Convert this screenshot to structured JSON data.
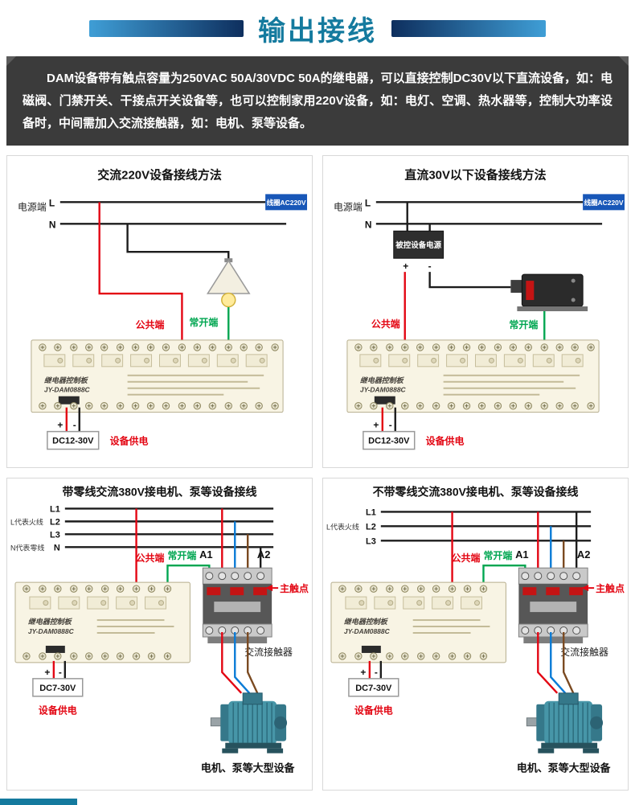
{
  "header": {
    "title": "输出接线"
  },
  "description": {
    "text": "DAM设备带有触点容量为250VAC 50A/30VDC 50A的继电器，可以直接控制DC30V以下直流设备，如：电磁阀、门禁开关、干接点开关设备等，也可以控制家用220V设备，如：电灯、空调、热水器等，控制大功率设备时，中间需加入交流接触器，如：电机、泵等设备。"
  },
  "colors": {
    "accent_teal": "#147a9e",
    "wire_black": "#1c1c1c",
    "wire_red": "#e30613",
    "wire_green": "#00a651",
    "wire_blue": "#0a7bd6",
    "wire_brown": "#7b4a21",
    "coil_box_blue": "#1857b8",
    "desc_box_gray": "#3b3b3b"
  },
  "panel1": {
    "title": "交流220V设备接线方法",
    "power_label": "电源端",
    "line_l": "L",
    "line_n": "N",
    "coil_label": "线圈AC220V",
    "common_label": "公共端",
    "no_label": "常开端",
    "board_name": "继电器控制板",
    "board_model": "JY-DAM0888C",
    "plus": "+",
    "minus": "-",
    "dc_label": "DC12-30V",
    "supply_label": "设备供电"
  },
  "panel2": {
    "title": "直流30V以下设备接线方法",
    "power_label": "电源端",
    "line_l": "L",
    "line_n": "N",
    "coil_label": "线圈AC220V",
    "load_box": "被控设备电源",
    "plus": "+",
    "minus": "-",
    "common_label": "公共端",
    "no_label": "常开端",
    "board_name": "继电器控制板",
    "board_model": "JY-DAM0888C",
    "dc_label": "DC12-30V",
    "supply_label": "设备供电"
  },
  "panel3": {
    "title": "带零线交流380V接电机、泵等设备接线",
    "l1": "L1",
    "l2": "L2",
    "l3": "L3",
    "n": "N",
    "live_note": "L代表火线",
    "neutral_note": "N代表零线",
    "common_label": "公共端",
    "no_label": "常开端",
    "a1": "A1",
    "a2": "A2",
    "main_contact": "主触点",
    "contactor_label": "交流接触器",
    "board_name": "继电器控制板",
    "board_model": "JY-DAM0888C",
    "plus": "+",
    "minus": "-",
    "dc_label": "DC7-30V",
    "supply_label": "设备供电",
    "motor_label": "电机、泵等大型设备"
  },
  "panel4": {
    "title": "不带零线交流380V接电机、泵等设备接线",
    "l1": "L1",
    "l2": "L2",
    "l3": "L3",
    "live_note": "L代表火线",
    "common_label": "公共端",
    "no_label": "常开端",
    "a1": "A1",
    "a2": "A2",
    "main_contact": "主触点",
    "contactor_label": "交流接触器",
    "board_name": "继电器控制板",
    "board_model": "JY-DAM0888C",
    "plus": "+",
    "minus": "-",
    "dc_label": "DC7-30V",
    "supply_label": "设备供电",
    "motor_label": "电机、泵等大型设备"
  }
}
